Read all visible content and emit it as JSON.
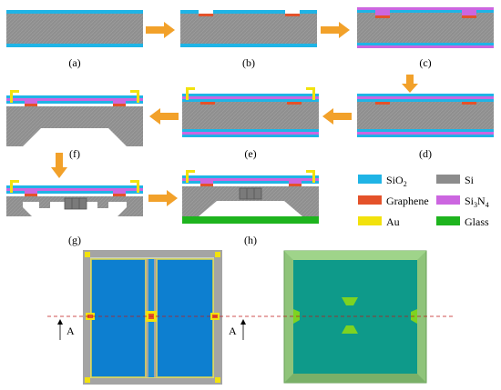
{
  "panels": [
    {
      "id": "a",
      "label": "(a)"
    },
    {
      "id": "b",
      "label": "(b)"
    },
    {
      "id": "c",
      "label": "(c)"
    },
    {
      "id": "d",
      "label": "(d)"
    },
    {
      "id": "e",
      "label": "(e)"
    },
    {
      "id": "f",
      "label": "(f)"
    },
    {
      "id": "g",
      "label": "(g)"
    },
    {
      "id": "h",
      "label": "(h)"
    }
  ],
  "legend": {
    "sio2": {
      "label_main": "SiO",
      "label_sub": "2",
      "color": "#1fb4e6"
    },
    "si": {
      "label": "Si",
      "color": "#8c8c8c"
    },
    "graphene": {
      "label": "Graphene",
      "color": "#e4522a"
    },
    "si3n4": {
      "label_a": "Si",
      "label_sub1": "3",
      "label_b": "N",
      "label_sub2": "4",
      "color": "#cc66e0"
    },
    "au": {
      "label": "Au",
      "color": "#f2e20c"
    },
    "glass": {
      "label": "Glass",
      "color": "#1eb41e"
    }
  },
  "section_marks": {
    "left": "A",
    "right": "A"
  },
  "colors": {
    "arrow": "#f2a12a",
    "plan_blue": "#0d7fd0",
    "plan_gray": "#a4a4a4",
    "plan_green": "#8fc47a",
    "plan_teal": "#0e9a8a",
    "cut_line": "#c01818"
  }
}
